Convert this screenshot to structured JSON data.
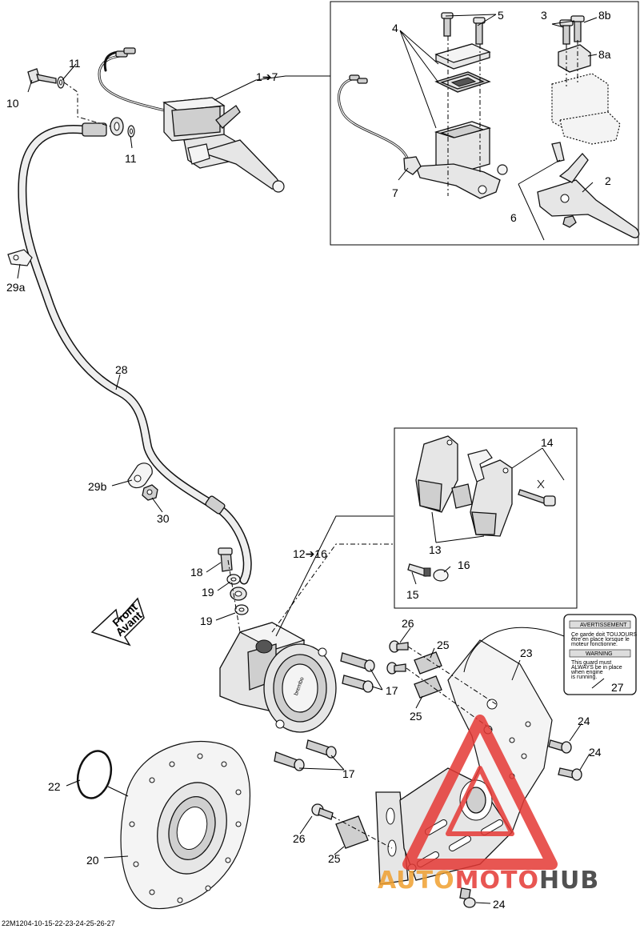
{
  "diagram": {
    "callouts": {
      "c1to7": "1➔7",
      "c2": "2",
      "c3": "3",
      "c4": "4",
      "c5": "5",
      "c6": "6",
      "c7": "7",
      "c8a": "8a",
      "c8b": "8b",
      "c10": "10",
      "c11a": "11",
      "c11b": "11",
      "c12to16": "12➔16",
      "c13": "13",
      "c14": "14",
      "c15": "15",
      "c16": "16",
      "c17a": "17",
      "c17b": "17",
      "c18": "18",
      "c19a": "19",
      "c19b": "19",
      "c20": "20",
      "c22": "22",
      "c23": "23",
      "c24a": "24",
      "c24b": "24",
      "c24c": "24",
      "c25a": "25",
      "c25b": "25",
      "c25c": "25",
      "c26a": "26",
      "c26b": "26",
      "c27": "27",
      "c28": "28",
      "c29a": "29a",
      "c29b": "29b",
      "c30": "30"
    },
    "front_arrow": {
      "line1": "Front",
      "line2": "Avant"
    },
    "warning_label": {
      "title_fr": "AVERTISSEMENT",
      "text_fr_1": "Ce garde doit TOUJOURS",
      "text_fr_2": "être en place lorsque le",
      "text_fr_3": "moteur fonctionne.",
      "title_en": "WARNING",
      "text_en_1": "This guard must",
      "text_en_2": "ALWAYS be in place",
      "text_en_3": "when engine",
      "text_en_4": "is running."
    },
    "caliper_brand": "brembo",
    "reference_code": "22M1204-10-15-22-23-24-25-26-27",
    "watermark": {
      "part1": "AUTO",
      "part2": "MOTO",
      "part3": "HUB"
    },
    "colors": {
      "watermark_red": "#e53935",
      "watermark_gray": "#333333"
    }
  }
}
